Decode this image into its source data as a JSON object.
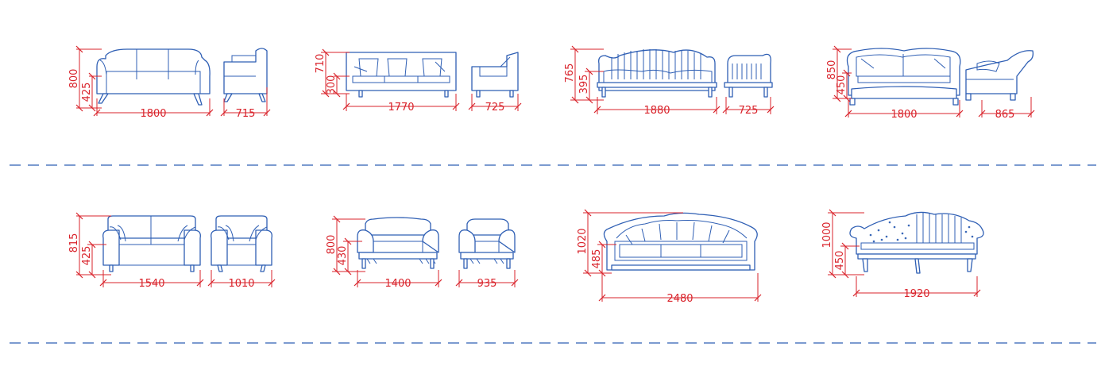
{
  "colors": {
    "outline": "#2f5fb4",
    "dimension": "#d9232b",
    "separator": "#2f5fb4",
    "background": "#ffffff"
  },
  "sets": [
    {
      "front_width": "1800",
      "side_depth": "715",
      "height": "800",
      "seat_height": "425",
      "style": "modern-round"
    },
    {
      "front_width": "1770",
      "side_depth": "725",
      "height": "710",
      "seat_height": "300",
      "style": "boxy"
    },
    {
      "front_width": "1880",
      "side_depth": "725",
      "height": "765",
      "seat_height": "395",
      "style": "striped-camelback"
    },
    {
      "front_width": "1800",
      "side_depth": "865",
      "height": "850",
      "seat_height": "450",
      "style": "rolled-arm"
    },
    {
      "front_width": "1540",
      "side_depth": "1010",
      "height": "815",
      "seat_height": "425",
      "style": "cushion-back"
    },
    {
      "front_width": "1400",
      "side_depth": "935",
      "height": "800",
      "seat_height": "430",
      "style": "skirted"
    },
    {
      "front_width": "2480",
      "height": "1020",
      "seat_height": "485",
      "style": "tufted-chesterfield"
    },
    {
      "front_width": "1920",
      "height": "1000",
      "seat_height": "450",
      "style": "dotted-camelback"
    }
  ]
}
